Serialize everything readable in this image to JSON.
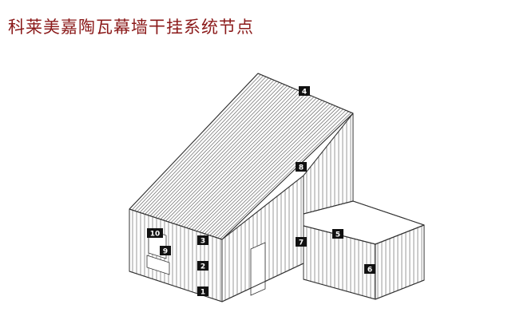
{
  "title": "科莱美嘉陶瓦幕墙干挂系统节点",
  "colors": {
    "title": "#8b1a1a",
    "line": "#333333",
    "label_bg": "#111111",
    "label_text": "#ffffff"
  },
  "labels": [
    "1",
    "2",
    "3",
    "4",
    "5",
    "6",
    "7",
    "8",
    "9",
    "10"
  ]
}
